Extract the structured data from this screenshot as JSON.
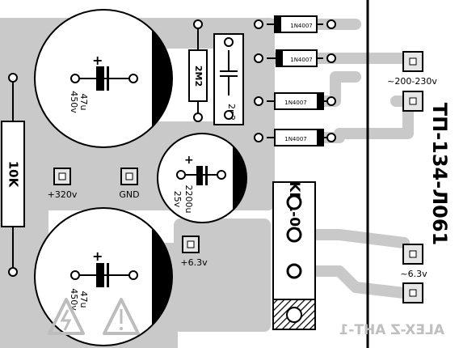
{
  "board": {
    "title": "ТП-134-Л061",
    "watermark": "ALEX-Z АНТ-1"
  },
  "capacitors": {
    "c1_value": "47u",
    "c1_voltage": "450v",
    "c2_value": "47u",
    "c2_voltage": "450v",
    "c3_value": "2200u",
    "c3_voltage": "25v",
    "polarity_plus": "+"
  },
  "resistors": {
    "r1": "10K",
    "r2": "2M2"
  },
  "small_cap": "2n2",
  "diodes": [
    "1N4007",
    "1N4007",
    "1N4007",
    "1N4007"
  ],
  "bridge": "KBL-08",
  "pads": {
    "plus320": "+320v",
    "gnd": "GND",
    "plus6v3": "+6.3v",
    "ac200": "~200-230v",
    "ac6v3": "~6.3v"
  },
  "colors": {
    "copper": "#c9c9c9",
    "ink": "#000000",
    "paper": "#ffffff",
    "pad_fill": "#e6e6e6",
    "watermark": "#bfbfbf"
  }
}
